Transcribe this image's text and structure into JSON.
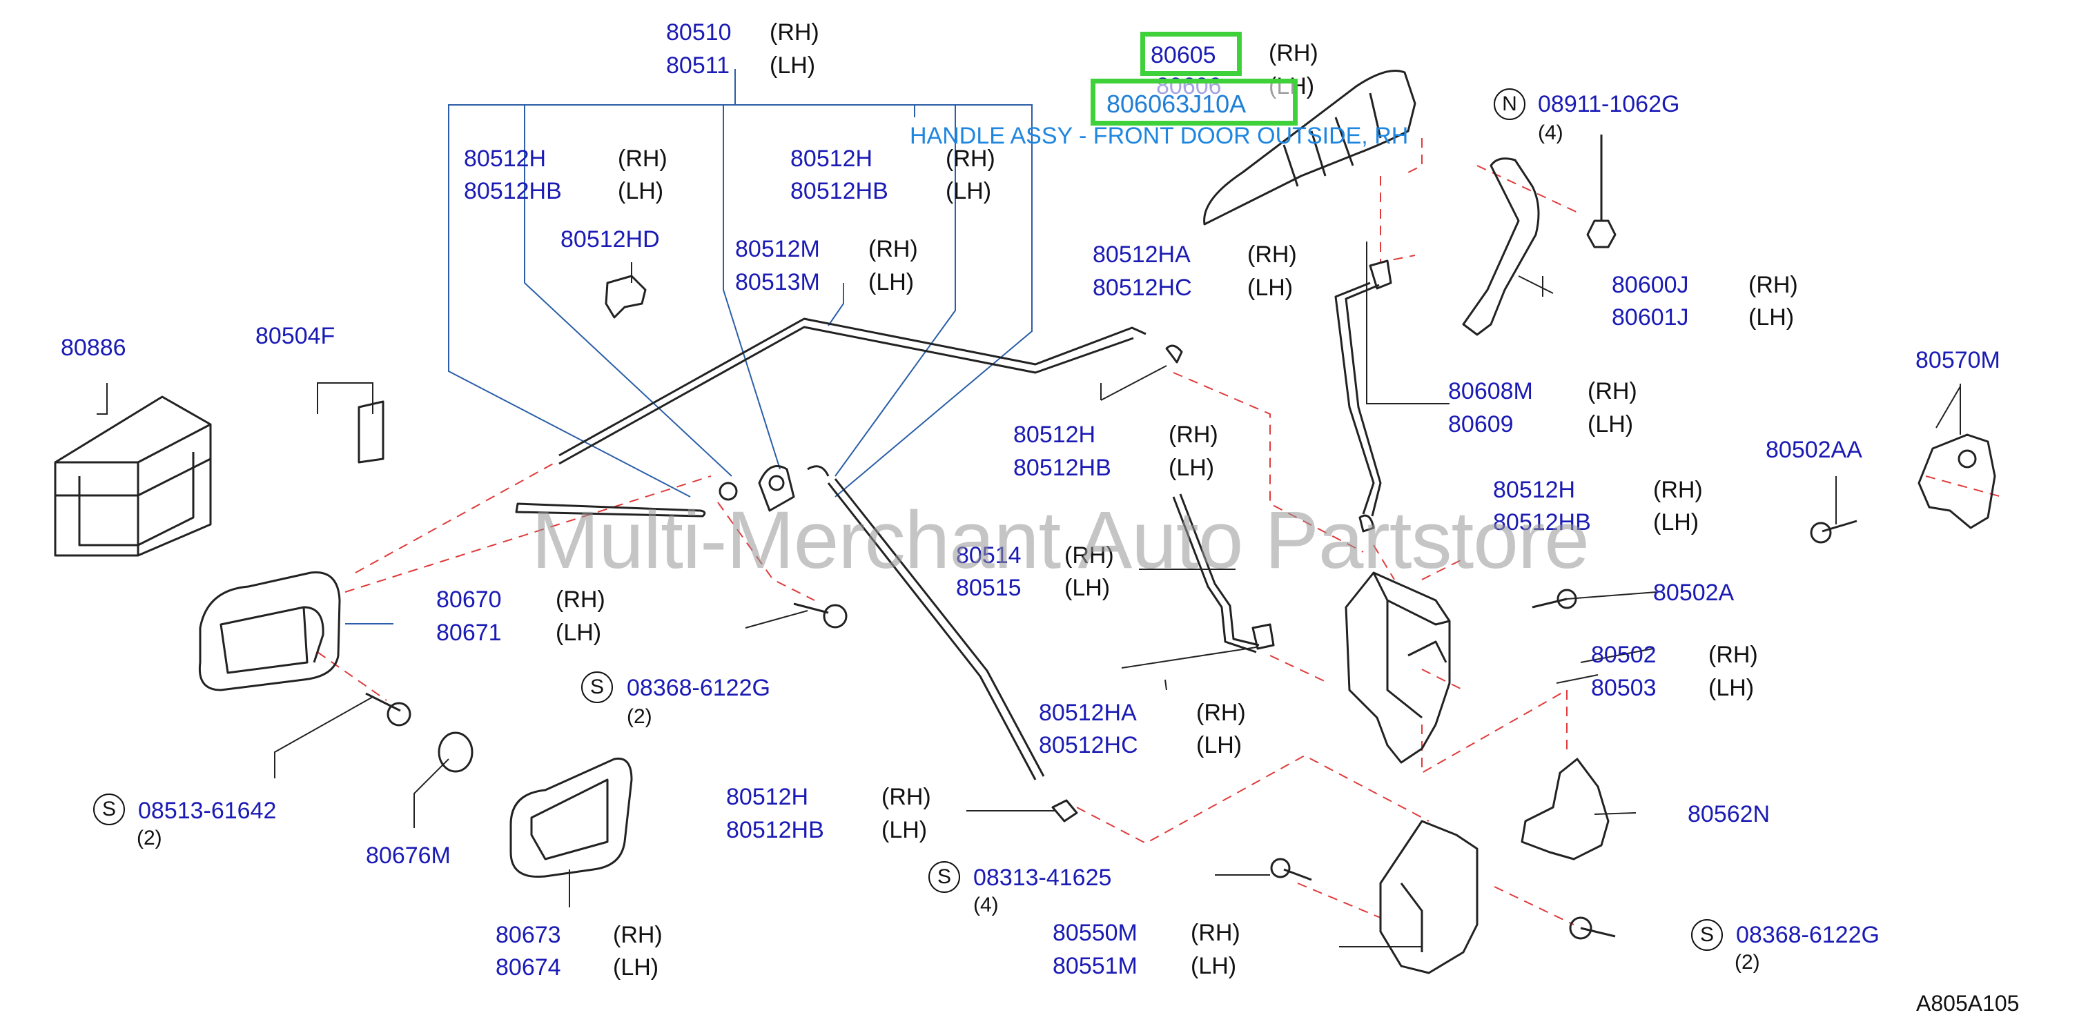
{
  "parts": [
    {
      "id": "p1",
      "number": "80510",
      "side": "(RH)"
    },
    {
      "id": "p2",
      "number": "80511",
      "side": "(LH)"
    },
    {
      "id": "p3",
      "number": "80512H",
      "side": "(RH)"
    },
    {
      "id": "p4",
      "number": "80512HB",
      "side": "(LH)"
    },
    {
      "id": "p5",
      "number": "80512H",
      "side": "(RH)"
    },
    {
      "id": "p6",
      "number": "80512HB",
      "side": "(LH)"
    },
    {
      "id": "p7",
      "number": "80512HD",
      "side": ""
    },
    {
      "id": "p8",
      "number": "80512M",
      "side": "(RH)"
    },
    {
      "id": "p9",
      "number": "80513M",
      "side": "(LH)"
    },
    {
      "id": "p10",
      "number": "80886",
      "side": ""
    },
    {
      "id": "p11",
      "number": "80504F",
      "side": ""
    },
    {
      "id": "p12",
      "number": "80606",
      "side": "(LH)"
    },
    {
      "id": "p13",
      "number": "80512HA",
      "side": "(RH)"
    },
    {
      "id": "p14",
      "number": "80512HC",
      "side": "(LH)"
    },
    {
      "id": "p15",
      "number": "80600J",
      "side": "(RH)"
    },
    {
      "id": "p16",
      "number": "80601J",
      "side": "(LH)"
    },
    {
      "id": "p17",
      "number": "80570M",
      "side": ""
    },
    {
      "id": "p18",
      "number": "80608M",
      "side": "(RH)"
    },
    {
      "id": "p19",
      "number": "80609",
      "side": "(LH)"
    },
    {
      "id": "p20",
      "number": "80512H",
      "side": "(RH)"
    },
    {
      "id": "p21",
      "number": "80512HB",
      "side": "(LH)"
    },
    {
      "id": "p22",
      "number": "80502AA",
      "side": ""
    },
    {
      "id": "p23",
      "number": "80512H",
      "side": "(RH)"
    },
    {
      "id": "p24",
      "number": "80512HB",
      "side": "(LH)"
    },
    {
      "id": "p25",
      "number": "80514",
      "side": "(RH)"
    },
    {
      "id": "p26",
      "number": "80515",
      "side": "(LH)"
    },
    {
      "id": "p27",
      "number": "80502A",
      "side": ""
    },
    {
      "id": "p28",
      "number": "80670",
      "side": "(RH)"
    },
    {
      "id": "p29",
      "number": "80671",
      "side": "(LH)"
    },
    {
      "id": "p30",
      "number": "80502",
      "side": "(RH)"
    },
    {
      "id": "p31",
      "number": "80503",
      "side": "(LH)"
    },
    {
      "id": "p32",
      "number": "08368-6122G",
      "side": ""
    },
    {
      "id": "p33",
      "number": "80512HA",
      "side": "(RH)"
    },
    {
      "id": "p34",
      "number": "80512HC",
      "side": "(LH)"
    },
    {
      "id": "p35",
      "number": "08513-61642",
      "side": ""
    },
    {
      "id": "p36",
      "number": "80512H",
      "side": "(RH)"
    },
    {
      "id": "p37",
      "number": "80512HB",
      "side": "(LH)"
    },
    {
      "id": "p38",
      "number": "80562N",
      "side": ""
    },
    {
      "id": "p39",
      "number": "80676M",
      "side": ""
    },
    {
      "id": "p40",
      "number": "08313-41625",
      "side": ""
    },
    {
      "id": "p41",
      "number": "80673",
      "side": "(RH)"
    },
    {
      "id": "p42",
      "number": "80674",
      "side": "(LH)"
    },
    {
      "id": "p43",
      "number": "80550M",
      "side": "(RH)"
    },
    {
      "id": "p44",
      "number": "80551M",
      "side": "(LH)"
    },
    {
      "id": "p45",
      "number": "08368-6122G",
      "side": ""
    },
    {
      "id": "p46",
      "number": "08911-1062G",
      "side": ""
    }
  ],
  "highlighted": [
    {
      "id": "h1",
      "number": "80605",
      "side": "(RH)"
    },
    {
      "id": "h2",
      "number": "806063J10A"
    }
  ],
  "badges": [
    {
      "id": "b1",
      "letter": "N",
      "qty": "(4)"
    },
    {
      "id": "b2",
      "letter": "S",
      "qty": "(2)"
    },
    {
      "id": "b3",
      "letter": "S",
      "qty": "(2)"
    },
    {
      "id": "b4",
      "letter": "S",
      "qty": "(4)"
    },
    {
      "id": "b5",
      "letter": "S",
      "qty": "(2)"
    }
  ],
  "tooltip": "HANDLE ASSY - FRONT DOOR OUTSIDE, RH",
  "watermark": "Multi-Merchant Auto Partstore",
  "diagram_ref": "A805A105",
  "colors": {
    "part_number": "#1a1ab5",
    "highlight_border": "#3fd13a",
    "tooltip": "#1f86e0",
    "leader_line": "#2a5ea8",
    "dashed_line": "#e03a3a",
    "drawing": "#222222"
  }
}
